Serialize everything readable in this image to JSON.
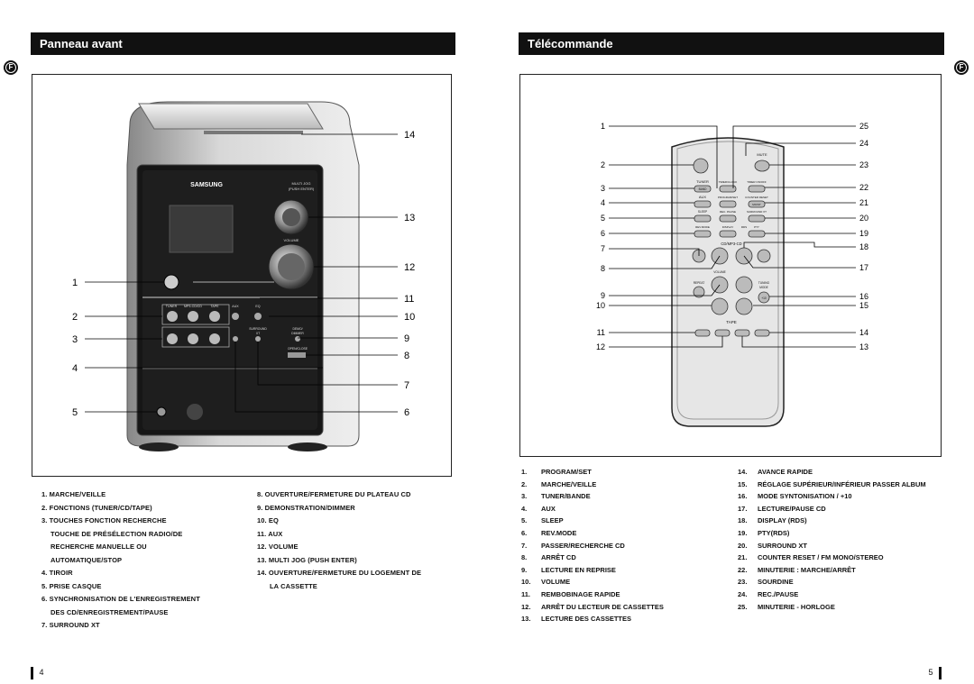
{
  "left": {
    "title": "Panneau avant",
    "badge": "F",
    "page_number": "4",
    "callouts": [
      "1",
      "2",
      "3",
      "4",
      "5",
      "6",
      "7",
      "8",
      "9",
      "10",
      "11",
      "12",
      "13",
      "14"
    ],
    "device_labels": {
      "brand": "SAMSUNG",
      "multijog": "MULTI JOG",
      "push_enter": "(PUSH ENTER)",
      "volume": "VOLUME",
      "tuner": "TUNER",
      "mp3cdcd": "MP3-CD/CD",
      "tape": "TAPE",
      "aux": "AUX",
      "eq": "EQ",
      "surround": "SURROUND",
      "xt": "XT",
      "demo": "DEMO/",
      "dimmer": "DIMMER",
      "open_close": "OPEN/CLOSE"
    },
    "legend_col1": [
      "1. MARCHE/VEILLE",
      "2. FONCTIONS (TUNER/CD/TAPE)",
      "3. TOUCHES FONCTION RECHERCHE",
      "TOUCHE DE PRÉSÉLECTION RADIO/DE",
      "RECHERCHE MANUELLE OU",
      "AUTOMATIQUE/STOP",
      "4. TIROIR",
      "5. PRISE CASQUE",
      "6. SYNCHRONISATION DE L'ENREGISTREMENT",
      "DES CD/ENREGISTREMENT/PAUSE",
      "7. SURROUND XT"
    ],
    "legend_col2": [
      "8. OUVERTURE/FERMETURE DU PLATEAU CD",
      "9. DEMONSTRATION/DIMMER",
      "10. EQ",
      "11. AUX",
      "12. VOLUME",
      "13. MULTI JOG (PUSH ENTER)",
      "14. OUVERTURE/FERMETURE DU LOGEMENT DE",
      "LA CASSETTE"
    ]
  },
  "right": {
    "title": "Télécommande",
    "badge": "F",
    "page_number": "5",
    "callouts_left": [
      "1",
      "2",
      "3",
      "4",
      "5",
      "6",
      "7",
      "8",
      "9",
      "10",
      "11",
      "12"
    ],
    "callouts_right": [
      "25",
      "24",
      "23",
      "22",
      "21",
      "20",
      "19",
      "18",
      "17",
      "16",
      "15",
      "14",
      "13"
    ],
    "remote_labels": {
      "mute": "MUTE",
      "tuner": "TUNER",
      "band": "BAND",
      "timer_clock": "TIMER/CLOCK",
      "timer_onoff": "TIMER ON/OFF",
      "aux": "AUX",
      "prog_set": "PROGRAM/SET",
      "counter_reset": "COUNTER RESET",
      "mo_st": "MO/ST",
      "sleep": "SLEEP",
      "rec_pause": "REC. PAUSE",
      "surround_xt": "SURROUND XT",
      "rev_mode": "REV.MODE",
      "display": "DISPLAY",
      "rds": "RDS",
      "pty": "PTY",
      "cd_mp3_cd": "CD/MP3-CD",
      "volume": "VOLUME",
      "repeat": "REPEAT",
      "tuning": "TUNING",
      "mode": "MODE",
      "plus10": "+10",
      "tape": "TAPE"
    },
    "list": [
      {
        "n": "1.",
        "t": "PROGRAM/SET"
      },
      {
        "n": "2.",
        "t": "MARCHE/VEILLE"
      },
      {
        "n": "3.",
        "t": "TUNER/BANDE"
      },
      {
        "n": "4.",
        "t": "AUX"
      },
      {
        "n": "5.",
        "t": "SLEEP"
      },
      {
        "n": "6.",
        "t": "REV.MODE"
      },
      {
        "n": "7.",
        "t": "PASSER/RECHERCHE CD"
      },
      {
        "n": "8.",
        "t": "ARRÊT CD"
      },
      {
        "n": "9.",
        "t": "LECTURE EN REPRISE"
      },
      {
        "n": "10.",
        "t": "VOLUME"
      },
      {
        "n": "11.",
        "t": "REMBOBINAGE RAPIDE"
      },
      {
        "n": "12.",
        "t": "ARRÊT DU LECTEUR DE CASSETTES"
      },
      {
        "n": "13.",
        "t": "LECTURE DES CASSETTES"
      }
    ],
    "list2": [
      {
        "n": "14.",
        "t": "AVANCE RAPIDE"
      },
      {
        "n": "15.",
        "t": "RÉGLAGE SUPÉRIEUR/INFÉRIEUR PASSER ALBUM"
      },
      {
        "n": "16.",
        "t": "MODE SYNTONISATION / +10"
      },
      {
        "n": "17.",
        "t": "LECTURE/PAUSE CD"
      },
      {
        "n": "18.",
        "t": "DISPLAY (RDS)"
      },
      {
        "n": "19.",
        "t": "PTY(RDS)"
      },
      {
        "n": "20.",
        "t": "SURROUND XT"
      },
      {
        "n": "21.",
        "t": "COUNTER RESET / FM MONO/STEREO"
      },
      {
        "n": "22.",
        "t": "MINUTERIE : MARCHE/ARRÊT"
      },
      {
        "n": "23.",
        "t": "SOURDINE"
      },
      {
        "n": "24.",
        "t": "REC./PAUSE"
      },
      {
        "n": "25.",
        "t": "MINUTERIE - HORLOGE"
      }
    ]
  }
}
